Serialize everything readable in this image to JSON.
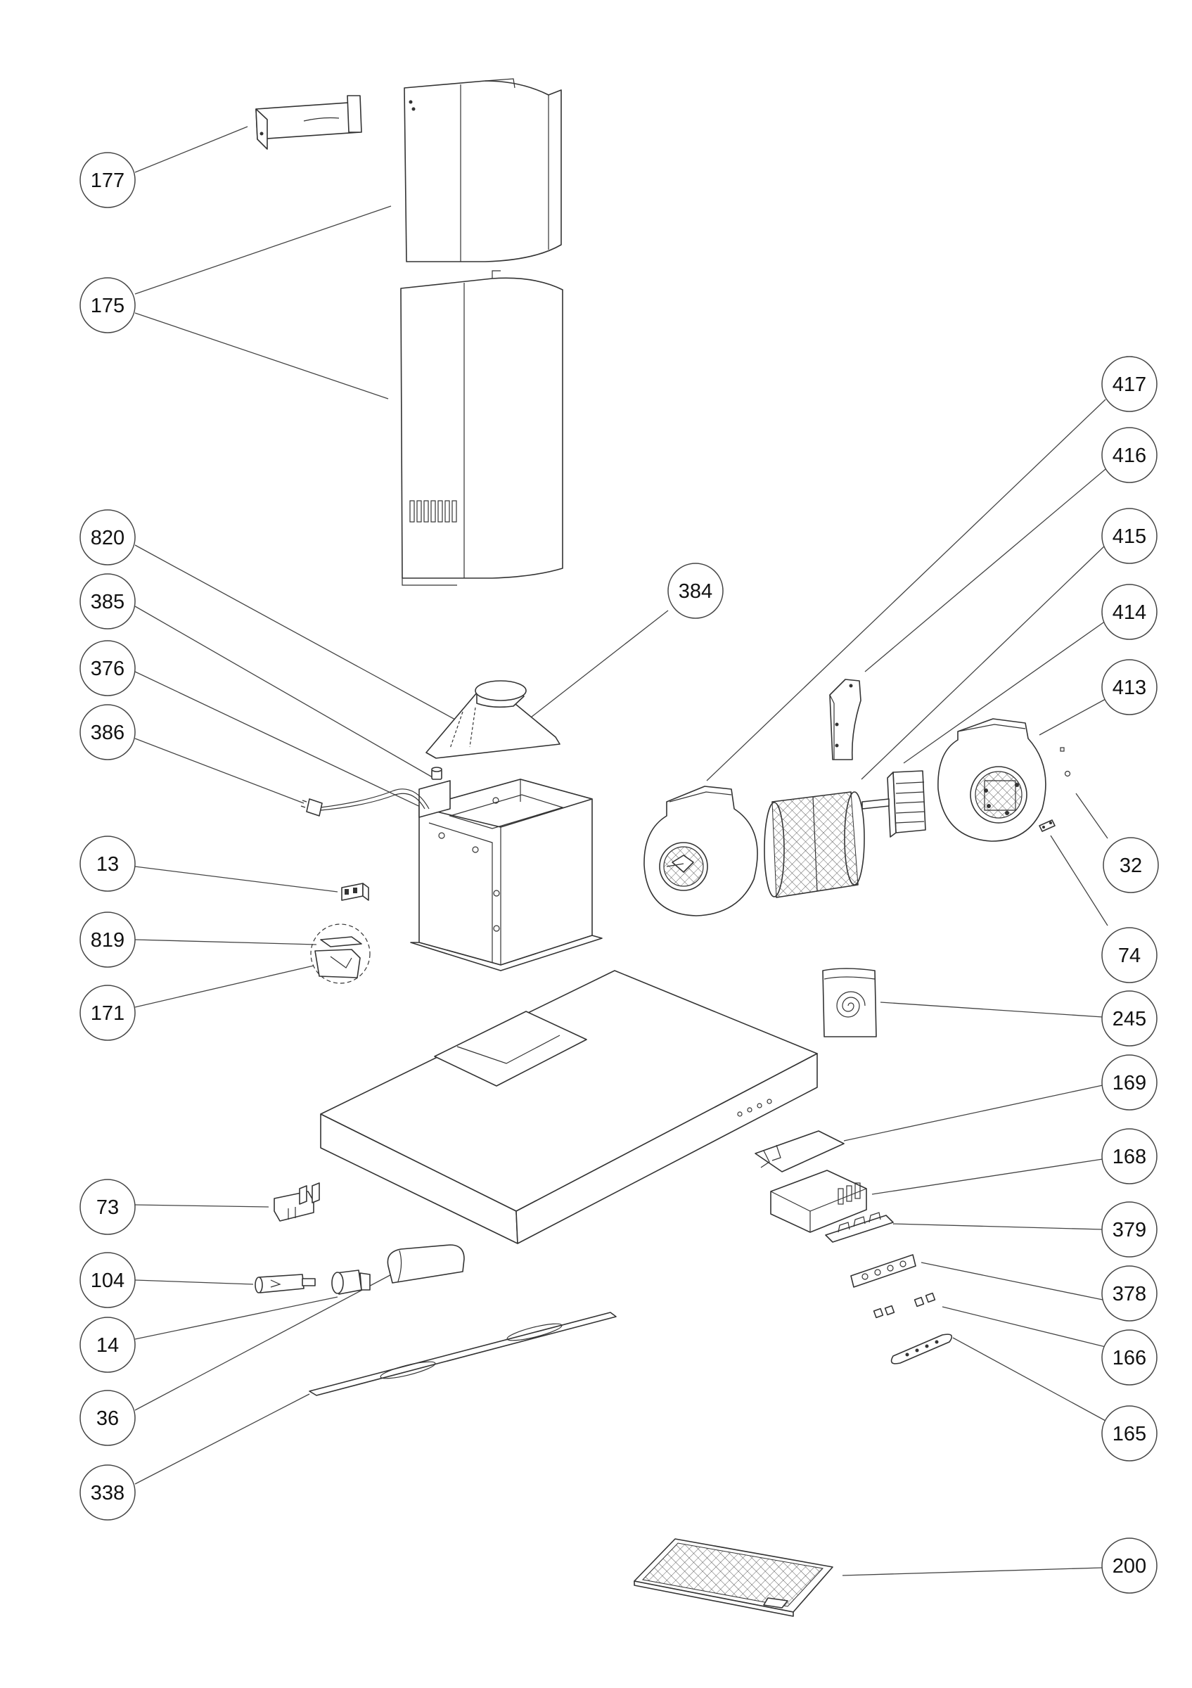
{
  "callouts": [
    {
      "id": "c177",
      "label": "177"
    },
    {
      "id": "c175",
      "label": "175"
    },
    {
      "id": "c820",
      "label": "820"
    },
    {
      "id": "c385",
      "label": "385"
    },
    {
      "id": "c376",
      "label": "376"
    },
    {
      "id": "c386",
      "label": "386"
    },
    {
      "id": "c13",
      "label": "13"
    },
    {
      "id": "c819",
      "label": "819"
    },
    {
      "id": "c171",
      "label": "171"
    },
    {
      "id": "c73",
      "label": "73"
    },
    {
      "id": "c104",
      "label": "104"
    },
    {
      "id": "c14",
      "label": "14"
    },
    {
      "id": "c36",
      "label": "36"
    },
    {
      "id": "c338",
      "label": "338"
    },
    {
      "id": "c384",
      "label": "384"
    },
    {
      "id": "c417",
      "label": "417"
    },
    {
      "id": "c416",
      "label": "416"
    },
    {
      "id": "c415",
      "label": "415"
    },
    {
      "id": "c414",
      "label": "414"
    },
    {
      "id": "c413",
      "label": "413"
    },
    {
      "id": "c32",
      "label": "32"
    },
    {
      "id": "c74",
      "label": "74"
    },
    {
      "id": "c245",
      "label": "245"
    },
    {
      "id": "c169",
      "label": "169"
    },
    {
      "id": "c168",
      "label": "168"
    },
    {
      "id": "c379",
      "label": "379"
    },
    {
      "id": "c378",
      "label": "378"
    },
    {
      "id": "c166",
      "label": "166"
    },
    {
      "id": "c165",
      "label": "165"
    },
    {
      "id": "c200",
      "label": "200"
    }
  ]
}
